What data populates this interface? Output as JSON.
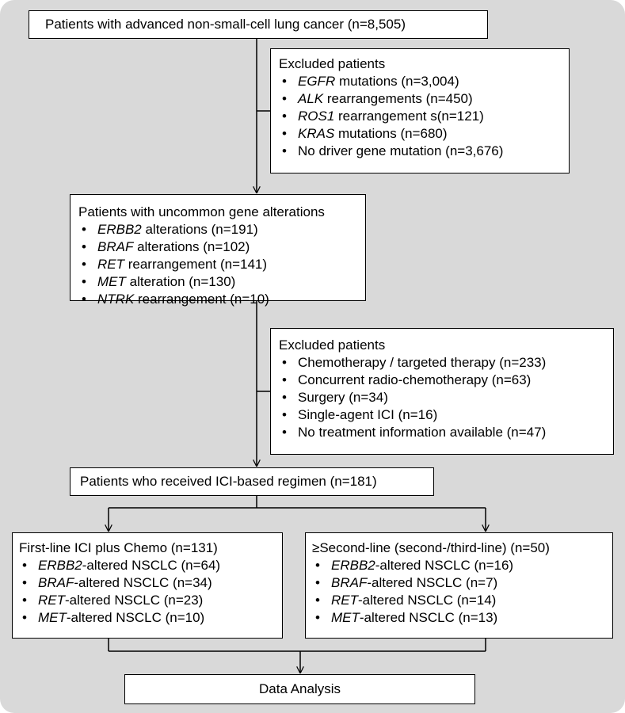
{
  "start": {
    "title": "Patients with advanced non-small-cell lung cancer (n=8,505)"
  },
  "excluded_1": {
    "title": "Excluded patients",
    "items": [
      {
        "gene": "EGFR",
        "text": " mutations (n=3,004)"
      },
      {
        "gene": "ALK",
        "text": " rearrangements (n=450)"
      },
      {
        "gene": "ROS1",
        "text": " rearrangement s(n=121)"
      },
      {
        "gene": "KRAS",
        "text": " mutations (n=680)"
      },
      {
        "gene": "",
        "text": "No driver gene mutation (n=3,676)"
      }
    ]
  },
  "uncommon": {
    "title": "Patients with uncommon gene alterations",
    "items": [
      {
        "gene": "ERBB2",
        "text": " alterations (n=191)"
      },
      {
        "gene": "BRAF",
        "text": " alterations (n=102)"
      },
      {
        "gene": "RET",
        "text": " rearrangement (n=141)"
      },
      {
        "gene": "MET",
        "text": " alteration (n=130)"
      },
      {
        "gene": "NTRK",
        "text": " rearrangement (n=10)"
      }
    ]
  },
  "excluded_2": {
    "title": "Excluded patients",
    "items": [
      {
        "gene": "",
        "text": "Chemotherapy / targeted therapy (n=233)"
      },
      {
        "gene": "",
        "text": "Concurrent radio-chemotherapy (n=63)"
      },
      {
        "gene": "",
        "text": "Surgery (n=34)"
      },
      {
        "gene": "",
        "text": "Single-agent ICI (n=16)"
      },
      {
        "gene": "",
        "text": "No treatment information available (n=47)"
      }
    ]
  },
  "ici": {
    "title": "Patients who received ICI-based regimen (n=181)"
  },
  "first_line": {
    "title": "First-line ICI plus Chemo (n=131)",
    "items": [
      {
        "gene": "ERBB2",
        "text": "-altered NSCLC (n=64)"
      },
      {
        "gene": "BRAF",
        "text": "-altered NSCLC (n=34)"
      },
      {
        "gene": "RET",
        "text": "-altered NSCLC (n=23)"
      },
      {
        "gene": "MET",
        "text": "-altered NSCLC (n=10)"
      }
    ]
  },
  "second_line": {
    "title": "≥Second-line (second-/third-line) (n=50)",
    "items": [
      {
        "gene": "ERBB2",
        "text": "-altered NSCLC (n=16)"
      },
      {
        "gene": "BRAF",
        "text": "-altered NSCLC  (n=7)"
      },
      {
        "gene": "RET",
        "text": "-altered NSCLC (n=14)"
      },
      {
        "gene": "MET",
        "text": "-altered NSCLC (n=13)"
      }
    ]
  },
  "analysis": {
    "title": "Data Analysis"
  },
  "colors": {
    "background": "#d9d9d9",
    "box": "#ffffff",
    "line": "#000000"
  }
}
